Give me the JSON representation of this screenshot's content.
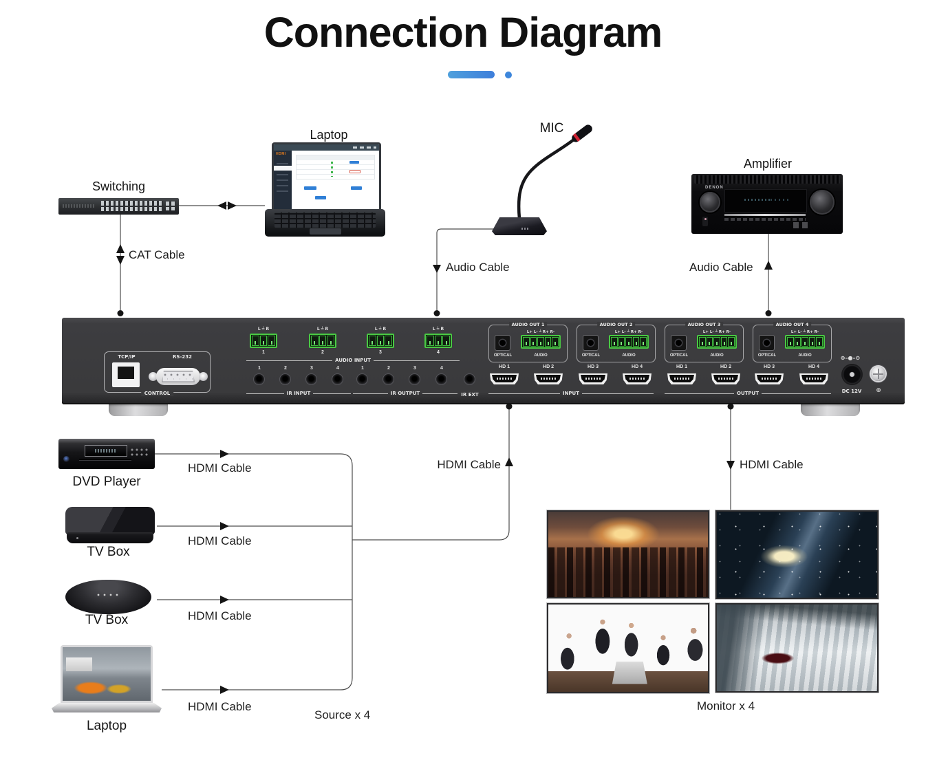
{
  "title": "Connection Diagram",
  "devices": {
    "switching": "Switching",
    "laptop_top": "Laptop",
    "laptop_screen_logo": "HDMI",
    "mic": "MIC",
    "amplifier": "Amplifier",
    "amplifier_brand": "DENON"
  },
  "cables": {
    "cat": "CAT Cable",
    "audio_mic": "Audio Cable",
    "audio_amp": "Audio Cable",
    "hdmi_dvd": "HDMI Cable",
    "hdmi_tvbox1": "HDMI Cable",
    "hdmi_tvbox2": "HDMI Cable",
    "hdmi_laptop": "HDMI Cable",
    "hdmi_input": "HDMI Cable",
    "hdmi_output": "HDMI Cable"
  },
  "sources": {
    "dvd": "DVD Player",
    "tvbox1": "TV Box",
    "tvbox2": "TV Box",
    "laptop": "Laptop",
    "group": "Source x 4"
  },
  "monitors": {
    "group": "Monitor x 4"
  },
  "panel": {
    "control": {
      "tcpip": "TCP/IP",
      "rs232": "RS-232",
      "section": "CONTROL"
    },
    "audio_input": {
      "pin_header": "L ╧ R",
      "ports": [
        "1",
        "2",
        "3",
        "4"
      ],
      "section": "AUDIO INPUT"
    },
    "ir": {
      "input_ports": [
        "1",
        "2",
        "3",
        "4"
      ],
      "output_ports": [
        "1",
        "2",
        "3",
        "4"
      ],
      "input_section": "IR INPUT",
      "output_section": "IR OUTPUT",
      "ext_section": "IR EXT"
    },
    "audio_out": {
      "groups": [
        "AUDIO OUT 1",
        "AUDIO OUT 2",
        "AUDIO OUT 3",
        "AUDIO OUT 4"
      ],
      "pin_header": "L+ L- ╧ R+ R-",
      "optical": "OPTICAL",
      "audio": "AUDIO"
    },
    "hdmi": {
      "input_ports": [
        "HD 1",
        "HD 2",
        "HD 3",
        "HD 4"
      ],
      "output_ports": [
        "HD 1",
        "HD 2",
        "HD 3",
        "HD 4"
      ],
      "input_section": "INPUT",
      "output_section": "OUTPUT"
    },
    "power": {
      "label": "DC 12V",
      "polarity": "⊕–●–⊖",
      "ground": "⊕"
    }
  },
  "colors": {
    "accent_blue": "#3d7edb",
    "accent_light": "#4fa0dc",
    "phoenix_green": "#49c943",
    "line_gray": "#4d4d4d"
  }
}
